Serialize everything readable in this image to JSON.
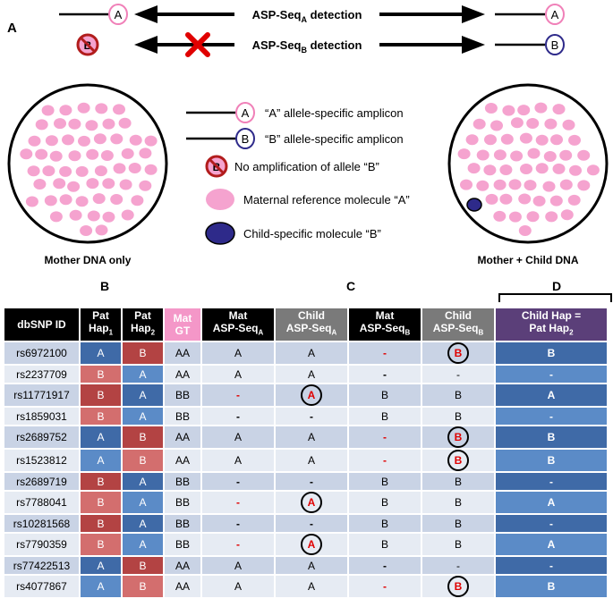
{
  "panel_labels": {
    "a": "A",
    "b": "B",
    "c": "C",
    "d": "D"
  },
  "top": {
    "line1_label": "ASP-Seq",
    "line1_sub": "A",
    "line1_suffix": " detection",
    "line2_label": "ASP-Seq",
    "line2_sub": "B",
    "line2_suffix": " detection",
    "allele_a": "A",
    "allele_b": "B"
  },
  "legend": {
    "item_a": "“A” allele-specific amplicon",
    "item_b": "“B” allele-specific amplicon",
    "item_no": "No amplification of allele “B”",
    "item_maternal": "Maternal reference molecule “A”",
    "item_child": "Child-specific molecule “B”"
  },
  "circles": {
    "left_caption": "Mother DNA only",
    "right_caption": "Mother + Child DNA"
  },
  "colors": {
    "pink": "#f5a3cf",
    "navy": "#2e2a8a",
    "red": "#e00000",
    "blue_dark": "#3f6aa7",
    "blue_light": "#5b8bc7",
    "red_dark": "#b34343",
    "red_light": "#d36e6e"
  },
  "table": {
    "headers": {
      "snp": "dbSNP ID",
      "pat1": "Pat",
      "pat1_sub": "Hap",
      "pat1_idx": "1",
      "pat2": "Pat",
      "pat2_sub": "Hap",
      "pat2_idx": "2",
      "matgt1": "Mat",
      "matgt2": "GT",
      "matA1": "Mat",
      "matA2": "ASP-Seq",
      "matA_idx": "A",
      "childA1": "Child",
      "childA2": "ASP-Seq",
      "childA_idx": "A",
      "matB1": "Mat",
      "matB2": "ASP-Seq",
      "matB_idx": "B",
      "childB1": "Child",
      "childB2": "ASP-Seq",
      "childB_idx": "B",
      "hap1": "Child Hap =",
      "hap2": "Pat Hap",
      "hap_idx": "2"
    },
    "rows": [
      {
        "snp": "rs6972100",
        "h1": "A",
        "h2": "B",
        "gt": "AA",
        "ma": "A",
        "ca": "A",
        "mb": "-",
        "cb": "B",
        "ch": "B"
      },
      {
        "snp": "rs2237709",
        "h1": "B",
        "h2": "A",
        "gt": "AA",
        "ma": "A",
        "ca": "A",
        "mb": "-",
        "cb": "-",
        "ch": "-"
      },
      {
        "snp": "rs11771917",
        "h1": "B",
        "h2": "A",
        "gt": "BB",
        "ma": "-",
        "ca": "A",
        "mb": "B",
        "cb": "B",
        "ch": "A"
      },
      {
        "snp": "rs1859031",
        "h1": "B",
        "h2": "A",
        "gt": "BB",
        "ma": "-",
        "ca": "-",
        "mb": "B",
        "cb": "B",
        "ch": "-"
      },
      {
        "snp": "rs2689752",
        "h1": "A",
        "h2": "B",
        "gt": "AA",
        "ma": "A",
        "ca": "A",
        "mb": "-",
        "cb": "B",
        "ch": "B"
      },
      {
        "snp": "rs1523812",
        "h1": "A",
        "h2": "B",
        "gt": "AA",
        "ma": "A",
        "ca": "A",
        "mb": "-",
        "cb": "B",
        "ch": "B"
      },
      {
        "snp": "rs2689719",
        "h1": "B",
        "h2": "A",
        "gt": "BB",
        "ma": "-",
        "ca": "-",
        "mb": "B",
        "cb": "B",
        "ch": "-"
      },
      {
        "snp": "rs7788041",
        "h1": "B",
        "h2": "A",
        "gt": "BB",
        "ma": "-",
        "ca": "A",
        "mb": "B",
        "cb": "B",
        "ch": "A"
      },
      {
        "snp": "rs10281568",
        "h1": "B",
        "h2": "A",
        "gt": "BB",
        "ma": "-",
        "ca": "-",
        "mb": "B",
        "cb": "B",
        "ch": "-"
      },
      {
        "snp": "rs7790359",
        "h1": "B",
        "h2": "A",
        "gt": "BB",
        "ma": "-",
        "ca": "A",
        "mb": "B",
        "cb": "B",
        "ch": "A"
      },
      {
        "snp": "rs77422513",
        "h1": "A",
        "h2": "B",
        "gt": "AA",
        "ma": "A",
        "ca": "A",
        "mb": "-",
        "cb": "-",
        "ch": "-"
      },
      {
        "snp": "rs4077867",
        "h1": "A",
        "h2": "B",
        "gt": "AA",
        "ma": "A",
        "ca": "A",
        "mb": "-",
        "cb": "B",
        "ch": "B"
      }
    ],
    "red_dash_rows": [
      2,
      7,
      9,
      0,
      4,
      5,
      11
    ],
    "circled_child_a": [
      2,
      7,
      9
    ],
    "circled_child_b": [
      0,
      4,
      5,
      11
    ]
  }
}
